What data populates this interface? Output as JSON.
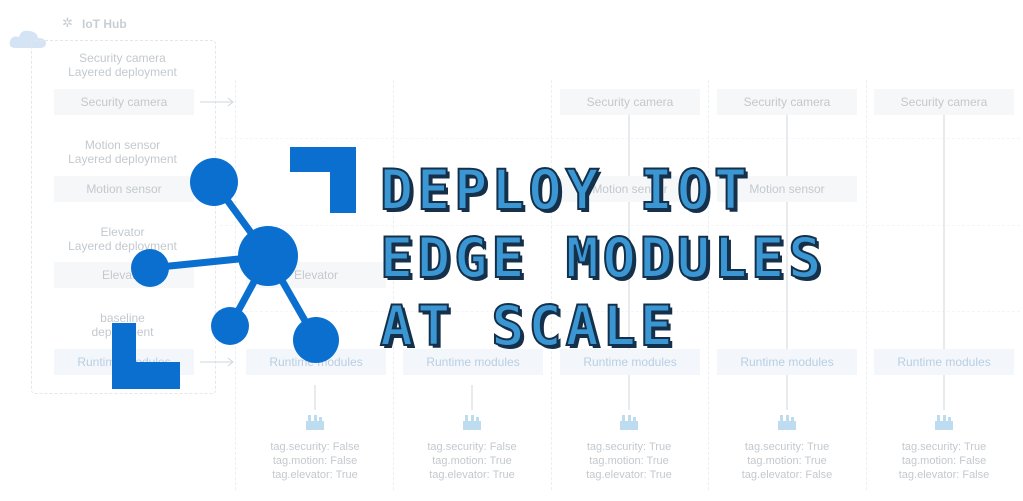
{
  "hub": {
    "title": "IoT Hub"
  },
  "deployments": [
    {
      "label": "Security camera\nLayered deployment",
      "module": "Security camera"
    },
    {
      "label": "Motion sensor\nLayered deployment",
      "module": "Motion sensor"
    },
    {
      "label": "Elevator\nLayered deployment",
      "module": "Elevator"
    },
    {
      "label": "baseline\ndeployment",
      "module": "Runtime modules"
    }
  ],
  "columns": [
    {
      "modules": [
        "",
        "",
        "Elevator",
        "Runtime modules"
      ],
      "tags": [
        "tag.security: False",
        "tag.motion: False",
        "tag.elevator: True"
      ]
    },
    {
      "modules": [
        "",
        "",
        "",
        "Runtime modules"
      ],
      "tags": [
        "tag.security: False",
        "tag.motion: True",
        "tag.elevator: True"
      ]
    },
    {
      "modules": [
        "Security camera",
        "Motion sensor",
        "",
        "Runtime modules"
      ],
      "tags": [
        "tag.security: True",
        "tag.motion: True",
        "tag.elevator: True"
      ]
    },
    {
      "modules": [
        "Security camera",
        "Motion sensor",
        "",
        "Runtime modules"
      ],
      "tags": [
        "tag.security: True",
        "tag.motion: True",
        "tag.elevator: False"
      ]
    },
    {
      "modules": [
        "Security camera",
        "",
        "",
        "Runtime modules"
      ],
      "tags": [
        "tag.security: True",
        "tag.motion: False",
        "tag.elevator: False"
      ]
    }
  ],
  "title_lines": [
    "DEPLOY IOT",
    "EDGE MODULES",
    "AT SCALE"
  ],
  "colors": {
    "accent": "#0a6fcf",
    "title_fill": "#3a97d3",
    "title_outline": "#15304a"
  },
  "icon": "iot-hub-network-icon"
}
